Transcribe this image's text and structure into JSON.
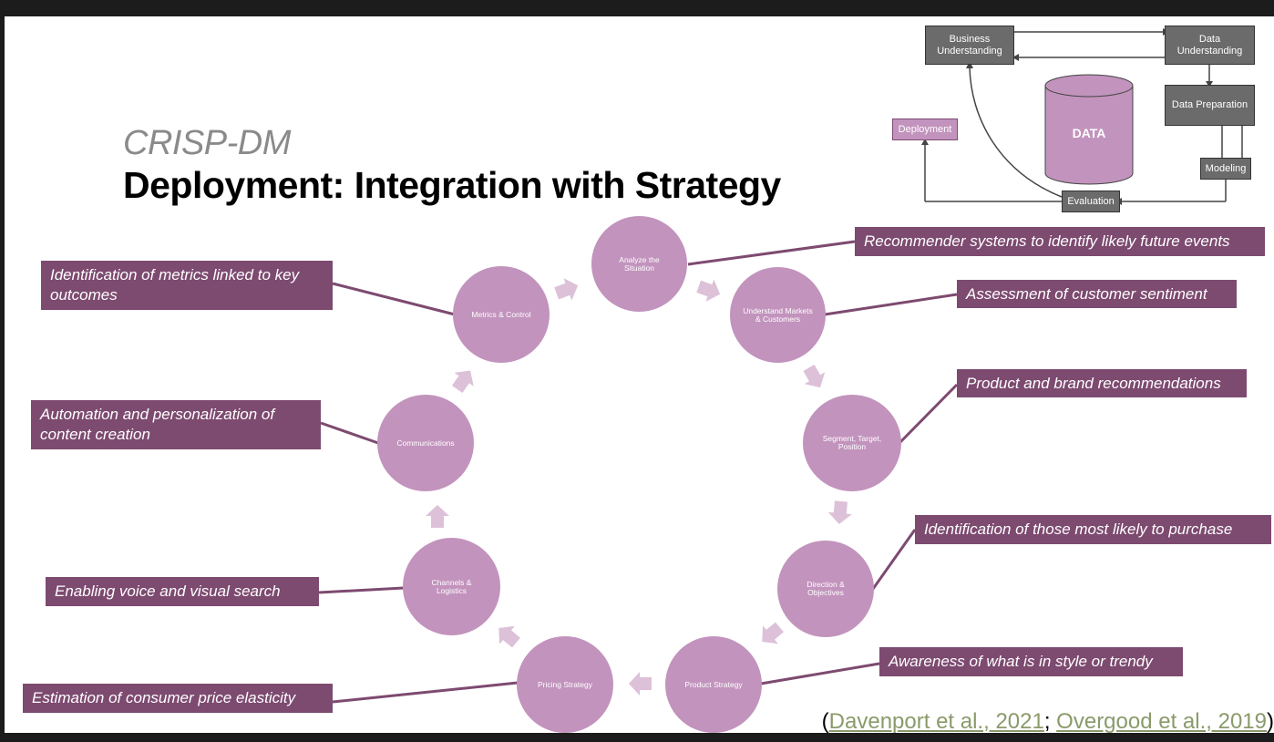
{
  "header": {
    "subtitle": "CRISP-DM",
    "title": "Deployment: Integration with Strategy"
  },
  "colors": {
    "circle": "#c293bd",
    "tag": "#7d4a70",
    "connector": "#7d4a70",
    "arrow": "#dcc1d8",
    "crisp_box": "#6b6b6b",
    "crisp_data": "#c293bd",
    "citation_link": "#8a9a6a"
  },
  "cycle": {
    "stages": [
      "Analyze the Situation",
      "Understand Markets & Customers",
      "Segment, Target, Position",
      "Direction & Objectives",
      "Product Strategy",
      "Pricing Strategy",
      "Channels & Logistics",
      "Communications",
      "Metrics & Control"
    ]
  },
  "applications": [
    "Recommender systems to identify likely future events",
    "Assessment of customer sentiment",
    "Product and brand recommendations",
    "Identification of those most likely to purchase",
    "Awareness of what is in style or trendy",
    "Estimation of consumer price elasticity",
    "Enabling voice and visual search",
    "Automation and personalization of content creation",
    "Identification of metrics linked to key outcomes"
  ],
  "crisp_dm": {
    "business_understanding": "Business Understanding",
    "data_understanding": "Data Understanding",
    "data_preparation": "Data Preparation",
    "modeling": "Modeling",
    "evaluation": "Evaluation",
    "deployment": "Deployment",
    "data": "DATA"
  },
  "citation": {
    "open": "(",
    "ref1": "Davenport et al., 2021",
    "sep": ";",
    "ref2": "Overgood et al., 2019",
    "close": ")"
  }
}
